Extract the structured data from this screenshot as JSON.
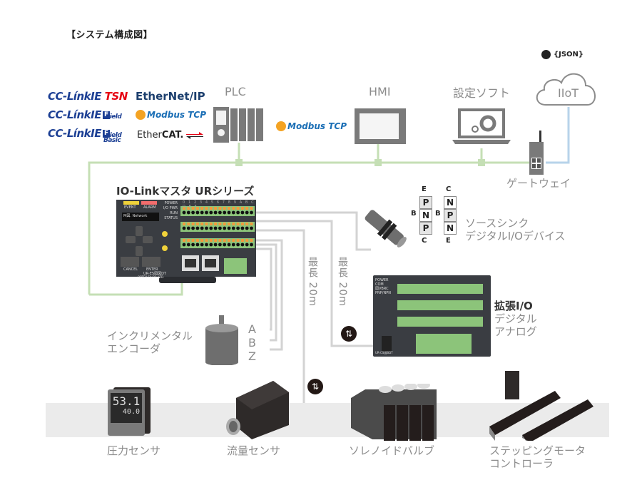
{
  "title": "【システム構成図】",
  "protocols": {
    "cc_link_tsn": {
      "prefix": "CC-Línk",
      "ie": "IE",
      "suffix": "TSN"
    },
    "cc_link_field": {
      "prefix": "CC-Línk",
      "ie": "IE",
      "badge": "F",
      "suffix": "ield"
    },
    "cc_link_field_basic": {
      "prefix": "CC-Línk",
      "ie": "IE",
      "badge": "F",
      "suffix": "ield",
      "sub": "Basic"
    },
    "ethernet_ip": "EtherNet/IP",
    "modbus_tcp": "Modbus TCP",
    "ethercat_prefix": "Ether",
    "ethercat_suffix": "CAT."
  },
  "network": {
    "plc": "PLC",
    "hmi": "HMI",
    "modbus_tcp_link": "Modbus TCP",
    "setting_software": "設定ソフト",
    "iiot": "IIoT",
    "json": "{JSON}",
    "gateway": "ゲートウェイ"
  },
  "master": {
    "title": "IO-Linkマスタ URシリーズ",
    "event": "EVENT",
    "alarm": "ALARM",
    "network_label": "M図. Network",
    "status_labels": [
      "POWER",
      "I/O PWR",
      "RUN",
      "STATUS"
    ],
    "channels": "0 1 2 3 4 5 6 7 8 9 A B C D E F",
    "cancel": "CANCEL",
    "enter": "ENTER",
    "model": "UR-ES図図DT",
    "maker": "OPTEX FA,CO.,LTD."
  },
  "transistor": {
    "pnp": {
      "top": "E",
      "base": "B",
      "bottom": "C",
      "layers": [
        "P",
        "N",
        "P"
      ]
    },
    "npn": {
      "top": "C",
      "base": "B",
      "bottom": "E",
      "layers": [
        "N",
        "P",
        "N"
      ]
    }
  },
  "devices": {
    "source_sink_line1": "ソースシンク",
    "source_sink_line2": "デジタルI/Oデバイス",
    "expansion_title": "拡張I/O",
    "expansion_line1": "デジタル",
    "expansion_line2": "アナログ",
    "expansion_leds": [
      "POWER",
      "COM",
      "図VBRC",
      "PNP/NPN"
    ],
    "expansion_model": "UR-CS図BDT",
    "encoder_line1": "インクリメンタル",
    "encoder_line2": "エンコーダ",
    "encoder_signals": [
      "A",
      "B",
      "Z"
    ],
    "cable_max_1": "最長 20m",
    "cable_max_2": "最長 20m",
    "pressure_sensor": "圧力センサ",
    "pressure_value_main": "53.1",
    "pressure_value_sub": "40.0",
    "flow_sensor": "流量センサ",
    "solenoid_valve": "ソレノイドバルブ",
    "stepping_line1": "ステッピングモータ",
    "stepping_line2": "コントローラ"
  },
  "colors": {
    "ethernet_line": "#c5dfb5",
    "iiot_line": "#b7d3ea",
    "cable": "#d3d3d3",
    "device_dark": "#3a3d42",
    "terminal_green": "#8cc47a",
    "terminal_orange": "#f39a3c"
  }
}
